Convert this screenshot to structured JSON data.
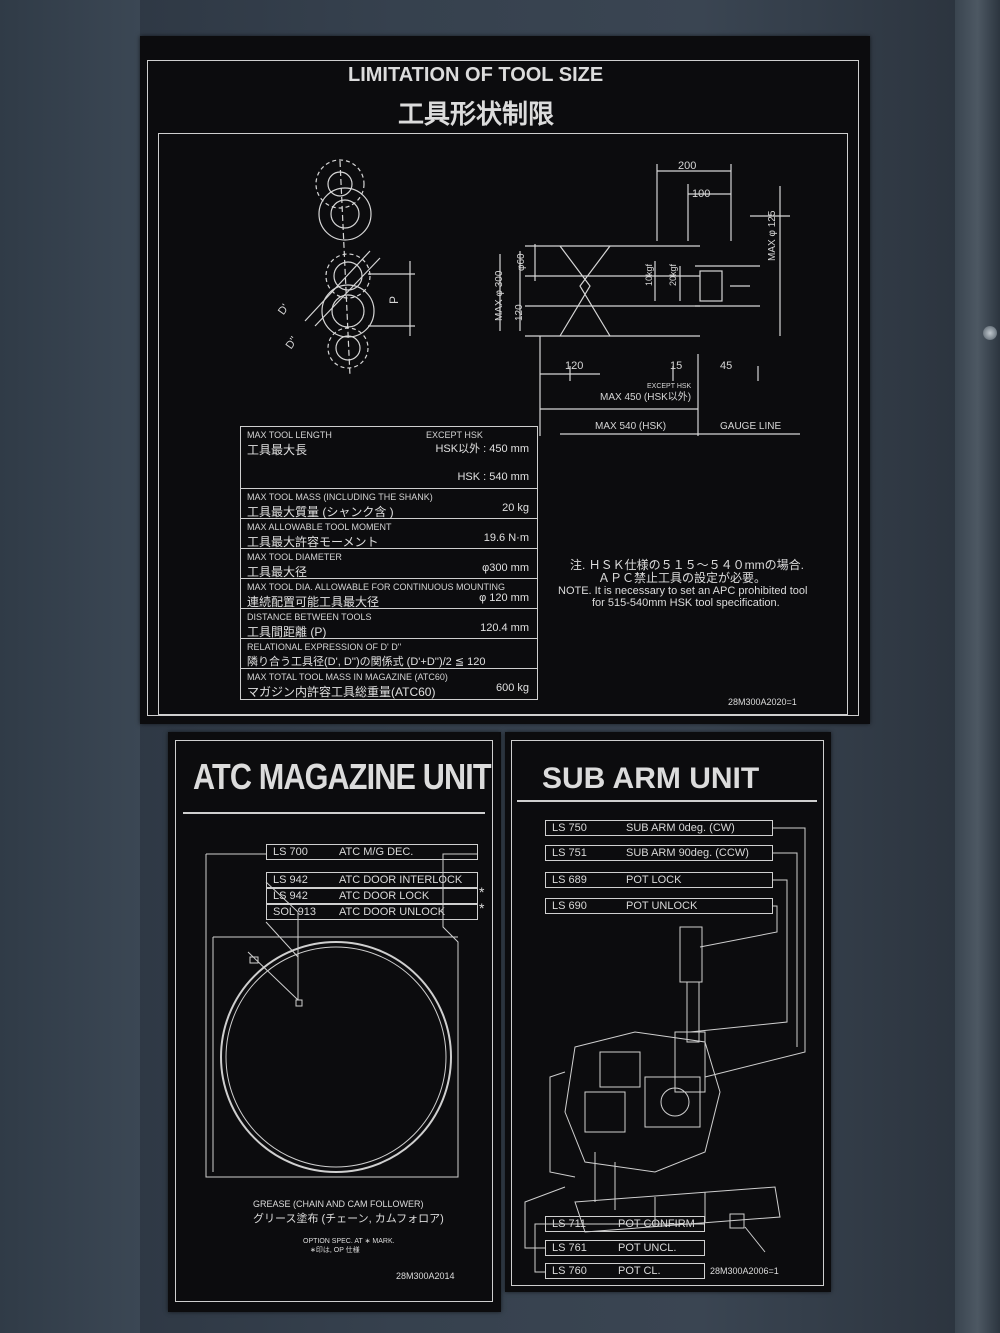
{
  "top_plate": {
    "title_en": "LIMITATION OF TOOL SIZE",
    "title_jp": "工具形状制限",
    "diagram": {
      "label_d1": "D'",
      "label_d2": "D''",
      "label_p": "P",
      "dim_200": "200",
      "dim_100": "100",
      "dim_max125": "MAX φ 125",
      "dim_max300": "MAX φ 300",
      "dim_60": "φ60",
      "dim_120v": "120",
      "dim_10kgf": "10kgf",
      "dim_20kgf": "20kgf",
      "dim_120h": "120",
      "dim_15": "15",
      "dim_45": "45",
      "except_hsk": "EXCEPT HSK",
      "max450": "MAX 450 (HSK以外)",
      "max540": "MAX 540 (HSK)",
      "gauge_line": "GAUGE LINE"
    },
    "specs": [
      {
        "en": "MAX TOOL LENGTH",
        "en2": "EXCEPT HSK",
        "jp": "工具最大長",
        "value": "HSK以外 : 450  mm",
        "value2": "HSK : 540  mm"
      },
      {
        "en": "MAX TOOL MASS (INCLUDING THE SHANK)",
        "jp": "工具最大質量 (シャンク含   )",
        "value": "20  kg"
      },
      {
        "en": "MAX ALLOWABLE TOOL MOMENT",
        "jp": "工具最大許容モーメント",
        "value": "19.6  N·m"
      },
      {
        "en": "MAX TOOL DIAMETER",
        "jp": "工具最大径",
        "value": "φ300  mm"
      },
      {
        "en": "MAX TOOL DIA. ALLOWABLE FOR CONTINUOUS MOUNTING",
        "jp": "連続配置可能工具最大径",
        "value": "φ 120  mm"
      },
      {
        "en": "DISTANCE BETWEEN TOOLS",
        "jp": "工具間距離 (P)",
        "value": "120.4  mm"
      },
      {
        "en": "RELATIONAL EXPRESSION OF D' D''",
        "jp": "隣り合う工具径(D', D'')の関係式   (D'+D'')/2 ≦ 120",
        "value": ""
      },
      {
        "en": "MAX TOTAL TOOL MASS IN MAGAZINE (ATC60)",
        "jp": "マガジン内許容工具総重量(ATC60)",
        "value": "600  kg"
      }
    ],
    "note_jp_1": "注.  ＨＳＫ仕様の５１５～５４０mmの場合.",
    "note_jp_2": "ＡＰＣ禁止工具の設定が必要。",
    "note_en_1": "NOTE.  It is necessary to set an APC prohibited tool",
    "note_en_2": "for 515-540mm HSK tool specification.",
    "part_no": "28M300A2020=1"
  },
  "atc_plate": {
    "title": "ATC MAGAZINE UNIT",
    "switches": [
      {
        "id": "LS 700",
        "desc": "ATC M/G DEC."
      },
      {
        "id": "LS 942",
        "desc": "ATC DOOR INTERLOCK"
      },
      {
        "id": "LS 942",
        "desc": "ATC DOOR LOCK"
      },
      {
        "id": "SOL 913",
        "desc": "ATC DOOR UNLOCK"
      }
    ],
    "star": "*",
    "grease_en": "GREASE (CHAIN AND CAM FOLLOWER)",
    "grease_jp": "グリース塗布 (チェーン, カムフォロア)",
    "option_en": "OPTION SPEC. AT ∗ MARK.",
    "option_jp": "∗印は, OP 仕様",
    "part_no": "28M300A2014"
  },
  "sub_arm_plate": {
    "title": "SUB ARM UNIT",
    "switches_top": [
      {
        "id": "LS 750",
        "desc": "SUB ARM 0deg. (CW)"
      },
      {
        "id": "LS 751",
        "desc": "SUB ARM 90deg. (CCW)"
      },
      {
        "id": "LS 689",
        "desc": "POT LOCK"
      },
      {
        "id": "LS 690",
        "desc": "POT UNLOCK"
      }
    ],
    "switches_bottom": [
      {
        "id": "LS 711",
        "desc": "POT CONFIRM"
      },
      {
        "id": "LS 761",
        "desc": "POT UNCL."
      },
      {
        "id": "LS 760",
        "desc": "POT CL."
      }
    ],
    "part_no": "28M300A2006=1"
  }
}
